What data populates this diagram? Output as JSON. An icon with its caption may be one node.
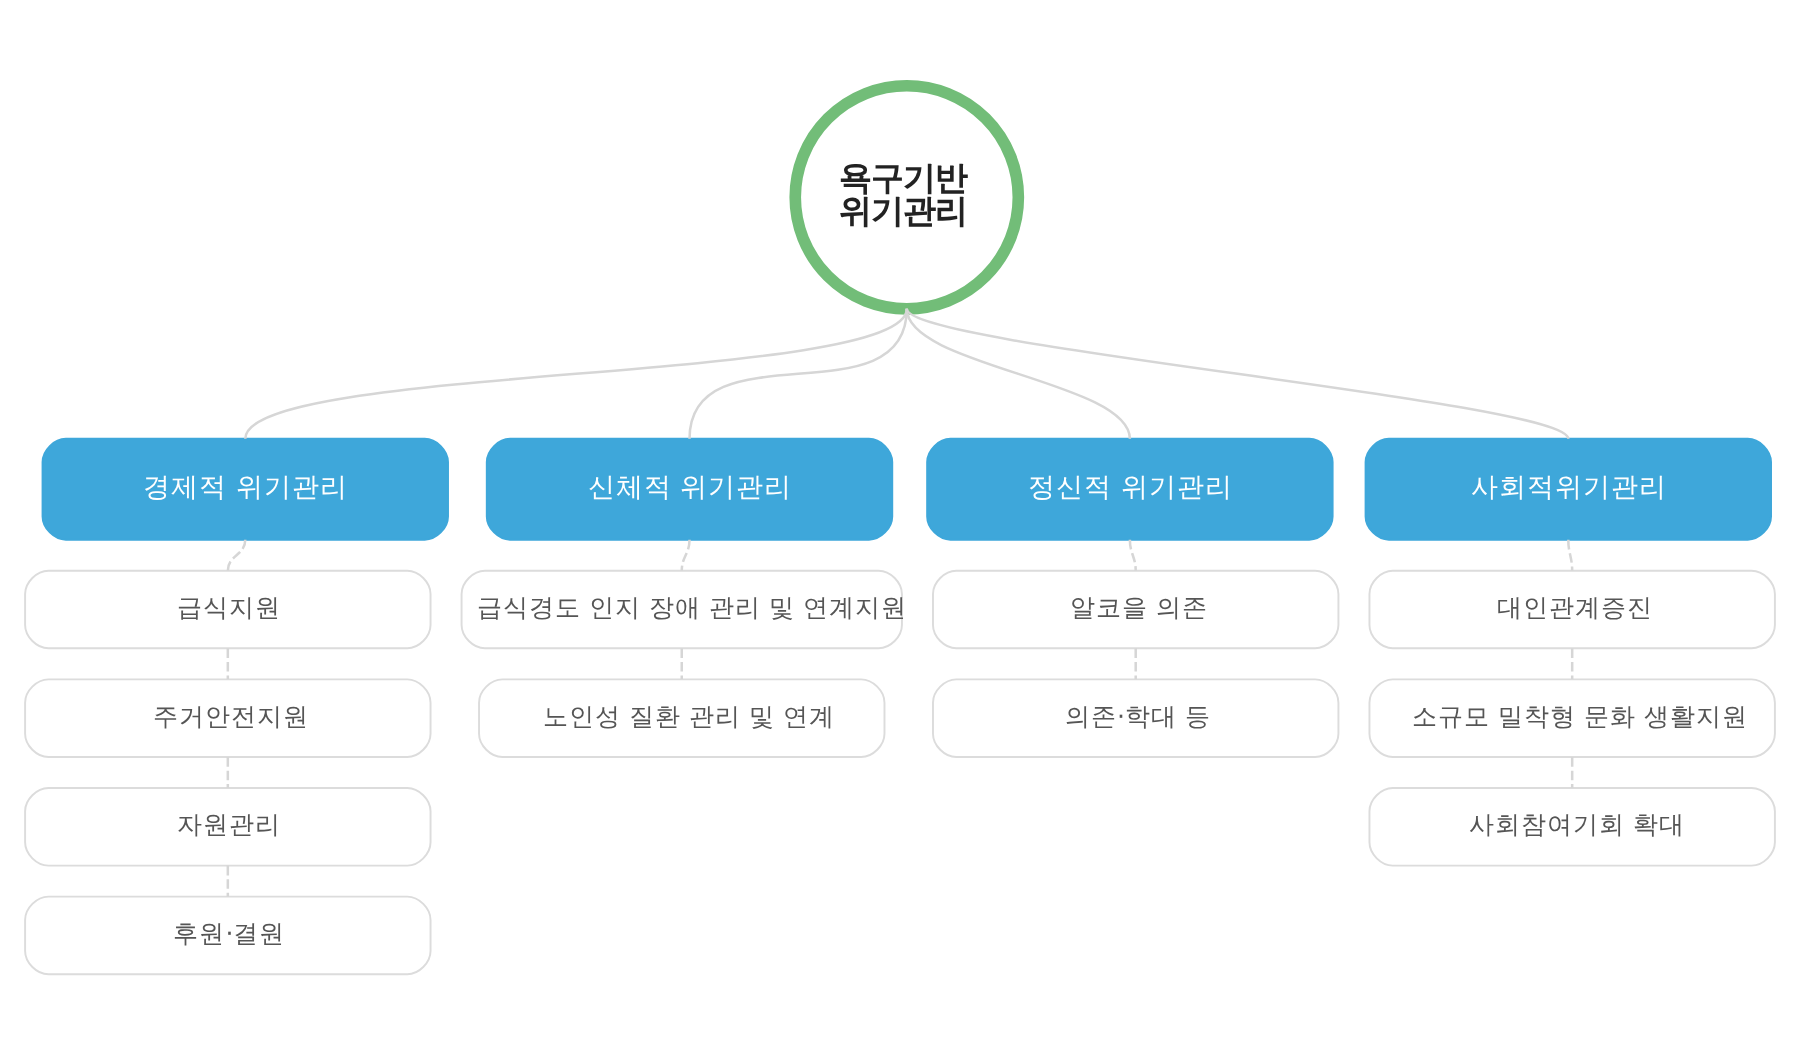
{
  "diagram": {
    "nodes": [
      {
        "text": [
          "욕구기반 위기관리"
        ]
      },
      {
        "text": [
          "경제적 위기관리"
        ]
      },
      {
        "text": [
          "신체적 위기관리"
        ]
      },
      {
        "text": [
          "정신적 위기관리"
        ]
      },
      {
        "text": [
          "사회적위기관리"
        ]
      },
      {
        "text": [
          "급식지원"
        ]
      },
      {
        "text": [
          "주거안전지원"
        ]
      },
      {
        "text": [
          "자원관리"
        ]
      },
      {
        "text": [
          "후원·결원"
        ]
      },
      {
        "text": [
          "급식경도 인지 장애 관리 및 연계지원"
        ]
      },
      {
        "text": [
          "노인성 질환 관리 및 연계"
        ]
      },
      {
        "text": [
          "알코을 의존"
        ]
      },
      {
        "text": [
          "의존·학대 등"
        ]
      },
      {
        "text": [
          "대인관계증진"
        ]
      },
      {
        "text": [
          "소규모 밀착형 문화 생활지원"
        ]
      },
      {
        "text": [
          "사회참여기회 확대"
        ]
      }
    ],
    "edges": [
      {
        "from": 0,
        "to": 1,
        "arrow": "none"
      },
      {
        "from": 0,
        "to": 2,
        "arrow": "none"
      },
      {
        "from": 0,
        "to": 3,
        "arrow": "none"
      },
      {
        "from": 0,
        "to": 4,
        "arrow": "none"
      },
      {
        "from": 1,
        "to": 5,
        "arrow": "none",
        "style": "dashed"
      },
      {
        "from": 5,
        "to": 6,
        "arrow": "none",
        "style": "dashed"
      },
      {
        "from": 6,
        "to": 7,
        "arrow": "none",
        "style": "dashed"
      },
      {
        "from": 7,
        "to": 8,
        "arrow": "none",
        "style": "dashed"
      },
      {
        "from": 2,
        "to": 9,
        "arrow": "none",
        "style": "dashed"
      },
      {
        "from": 9,
        "to": 10,
        "arrow": "none",
        "style": "dashed"
      },
      {
        "from": 3,
        "to": 11,
        "arrow": "none",
        "style": "dashed"
      },
      {
        "from": 11,
        "to": 12,
        "arrow": "none",
        "style": "dashed"
      },
      {
        "from": 4,
        "to": 13,
        "arrow": "none",
        "style": "dashed"
      },
      {
        "from": 13,
        "to": 14,
        "arrow": "none",
        "style": "dashed"
      },
      {
        "from": 14,
        "to": 15,
        "arrow": "none",
        "style": "dashed"
      }
    ]
  }
}
